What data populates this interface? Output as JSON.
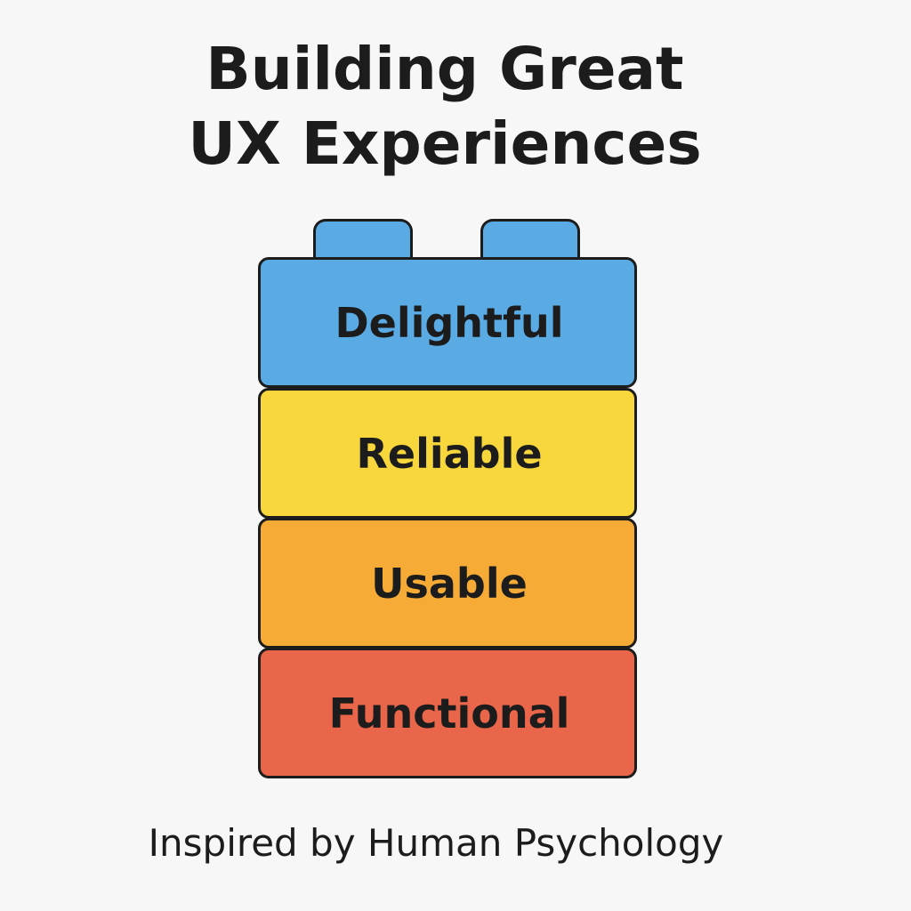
{
  "title": {
    "line1": "Building Great",
    "line2": "UX Experiences"
  },
  "layers": [
    {
      "label": "Delightful",
      "color": "#5aabe4"
    },
    {
      "label": "Reliable",
      "color": "#f7d73b"
    },
    {
      "label": "Usable",
      "color": "#f6ab37"
    },
    {
      "label": "Functional",
      "color": "#e9664a"
    }
  ],
  "footer": "Inspired by Human Psychology"
}
